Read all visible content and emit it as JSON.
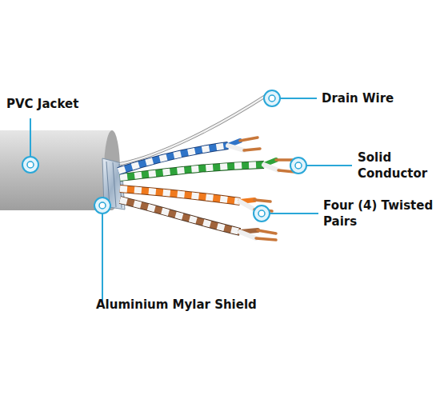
{
  "diagram": {
    "labels": [
      "PVC Jacket",
      "Drain Wire",
      "Solid Conductor",
      "Four (4) Twisted Pairs",
      "Aluminium Mylar Shield"
    ]
  }
}
